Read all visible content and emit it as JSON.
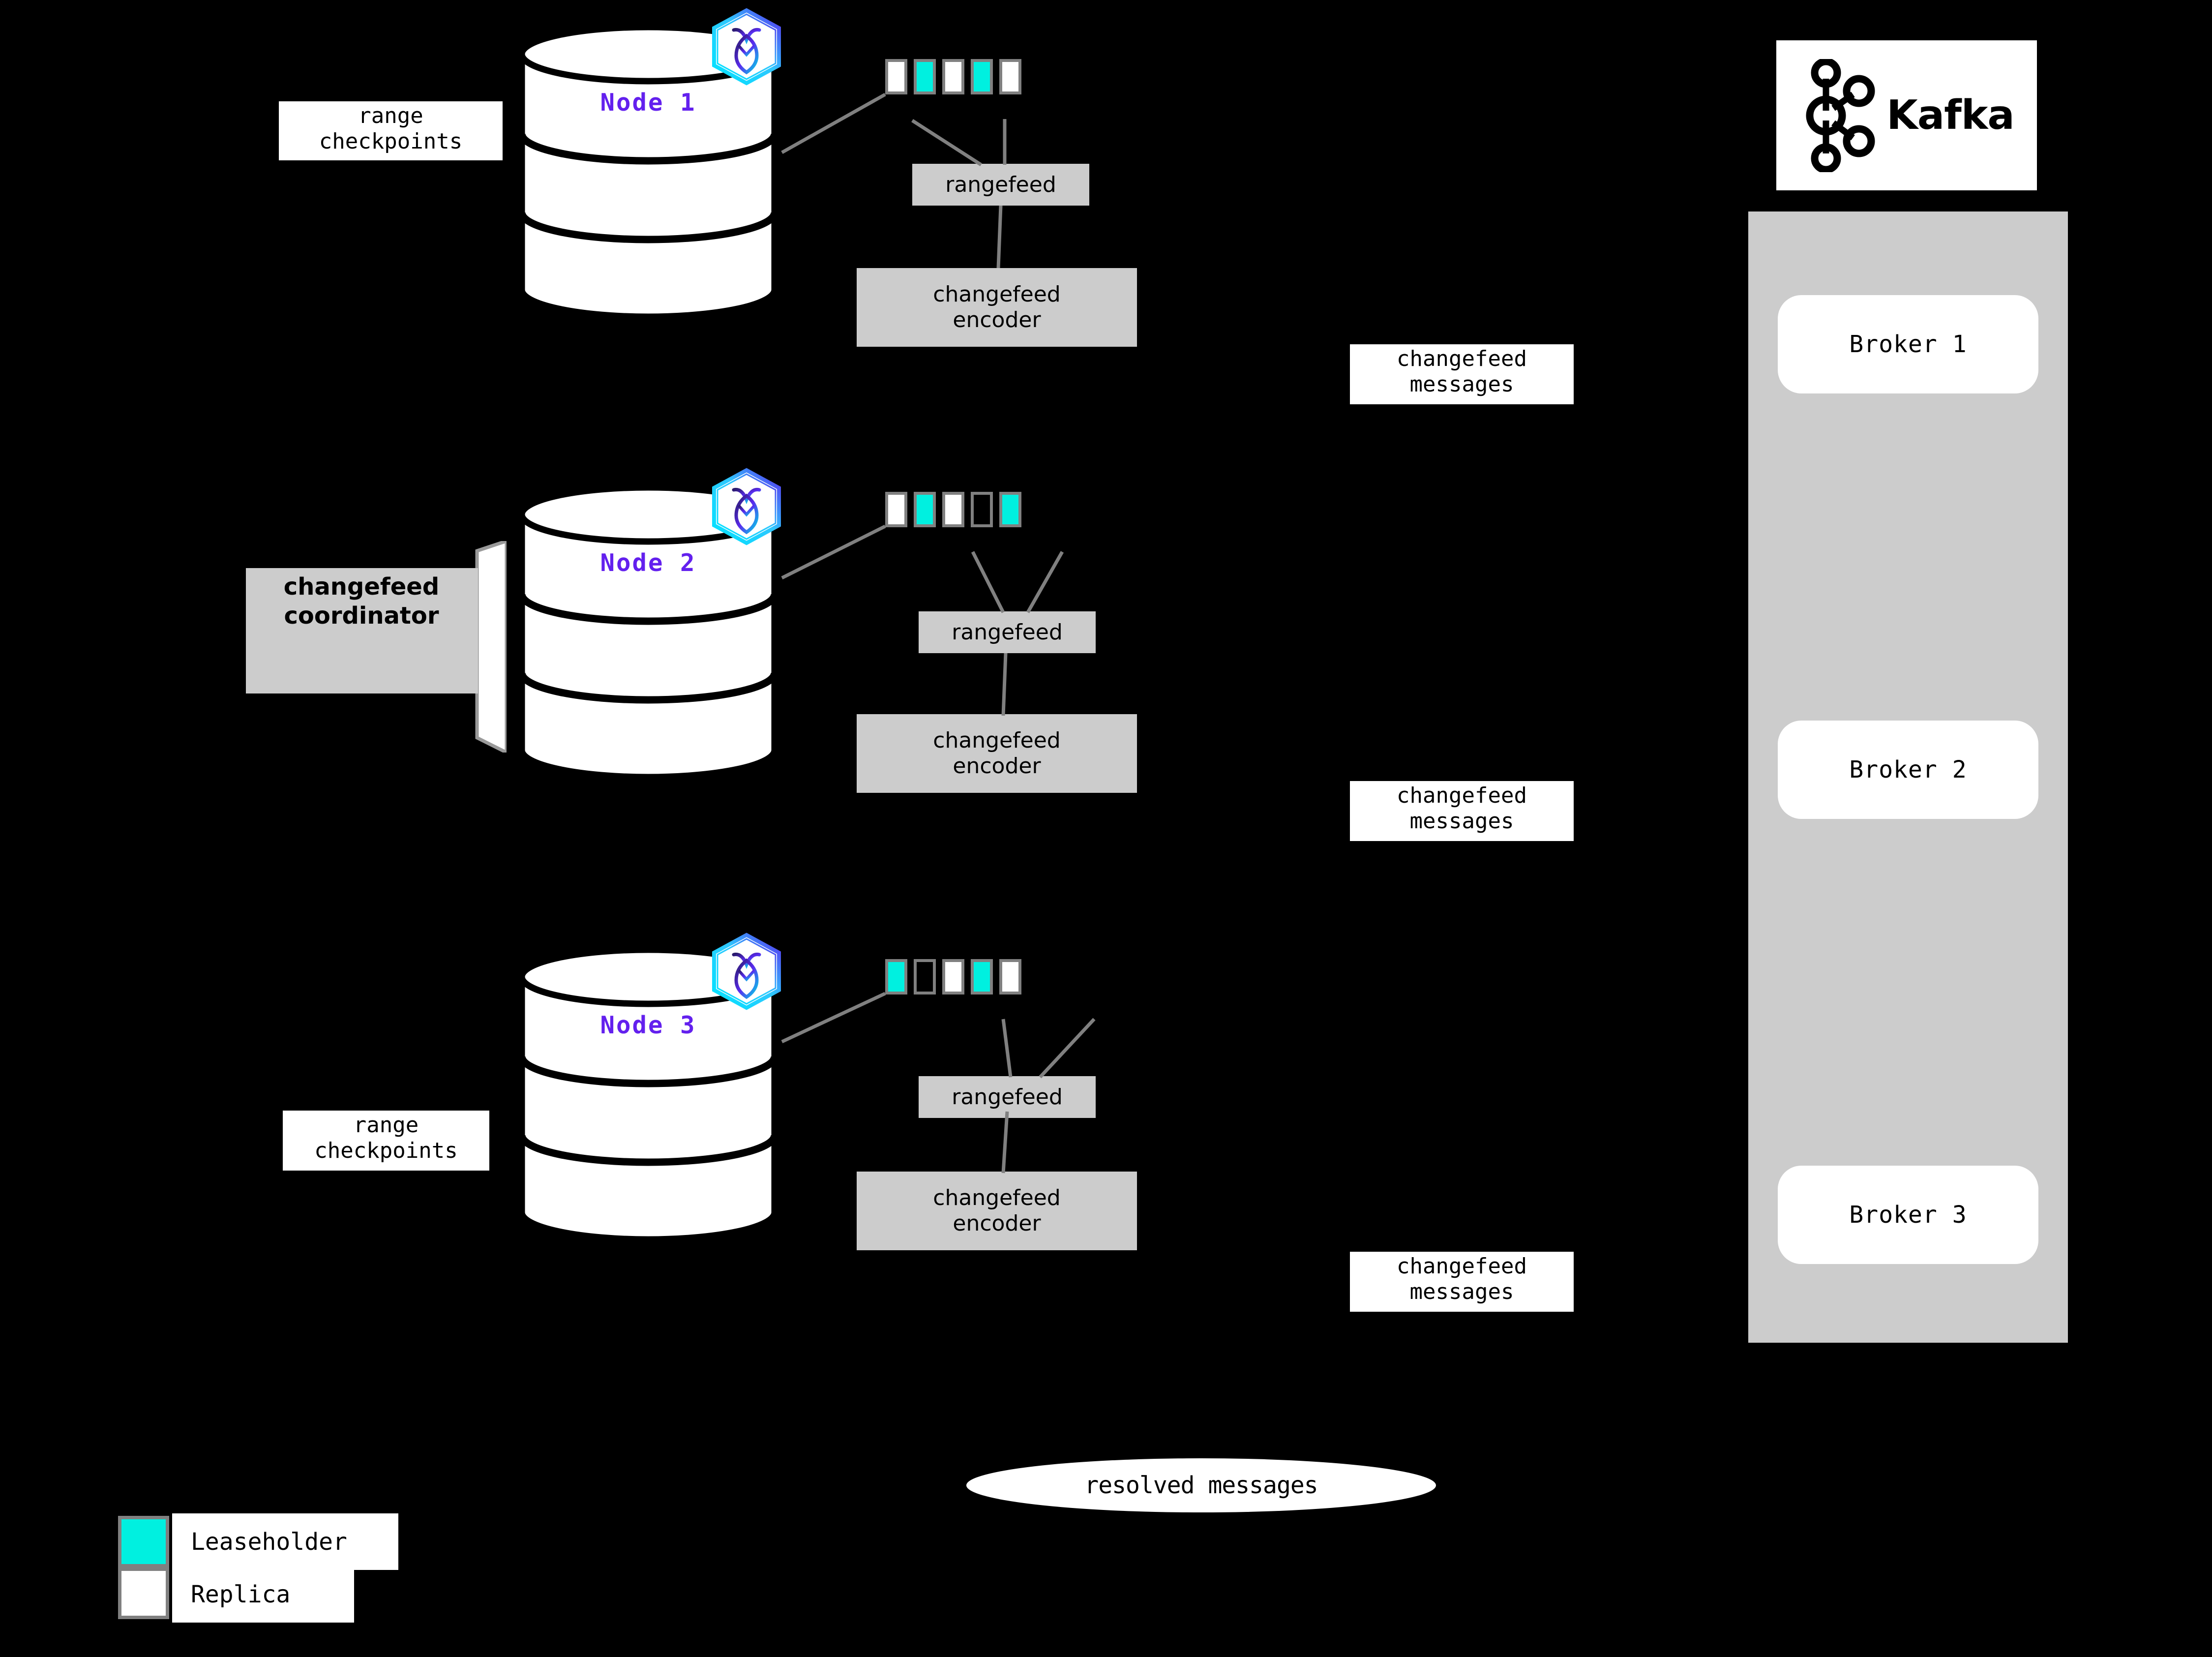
{
  "theme": {
    "background": "#000000",
    "leaseholder_color": "#00f0e0",
    "replica_color": "#ffffff",
    "box_border_color": "#808080",
    "process_box_fill": "#cccccc",
    "node_label_color": "#6320ee",
    "kafka_panel_fill": "#cccccc"
  },
  "nodes": [
    {
      "id": "node-1",
      "label": "Node 1",
      "badge_icon": "cockroachdb-hexagon-icon",
      "ranges": [
        {
          "kind": "replica"
        },
        {
          "kind": "leaseholder"
        },
        {
          "kind": "replica"
        },
        {
          "kind": "leaseholder"
        },
        {
          "kind": "replica"
        }
      ],
      "rangefeed_label": "rangefeed",
      "encoder_label": "changefeed\nencoder",
      "side_label": "range\ncheckpoints",
      "messages_label": "changefeed\nmessages"
    },
    {
      "id": "node-2",
      "label": "Node 2",
      "badge_icon": "cockroachdb-hexagon-icon",
      "ranges": [
        {
          "kind": "replica"
        },
        {
          "kind": "leaseholder"
        },
        {
          "kind": "replica"
        },
        {
          "kind": "empty"
        },
        {
          "kind": "leaseholder"
        }
      ],
      "rangefeed_label": "rangefeed",
      "encoder_label": "changefeed\nencoder",
      "side_label": "changefeed\ncoordinator",
      "messages_label": "changefeed\nmessages"
    },
    {
      "id": "node-3",
      "label": "Node 3",
      "badge_icon": "cockroachdb-hexagon-icon",
      "ranges": [
        {
          "kind": "leaseholder"
        },
        {
          "kind": "empty"
        },
        {
          "kind": "replica"
        },
        {
          "kind": "leaseholder"
        },
        {
          "kind": "replica"
        }
      ],
      "rangefeed_label": "rangefeed",
      "encoder_label": "changefeed\nencoder",
      "side_label": "range\ncheckpoints",
      "messages_label": "changefeed\nmessages"
    }
  ],
  "kafka": {
    "logo_word": "Kafka",
    "logo_icon": "kafka-network-icon",
    "brokers": [
      {
        "label": "Broker 1"
      },
      {
        "label": "Broker 2"
      },
      {
        "label": "Broker 3"
      }
    ]
  },
  "resolved": {
    "label": "resolved messages"
  },
  "legend": {
    "items": [
      {
        "label": "Leaseholder",
        "kind": "leaseholder"
      },
      {
        "label": "Replica",
        "kind": "replica"
      }
    ]
  }
}
